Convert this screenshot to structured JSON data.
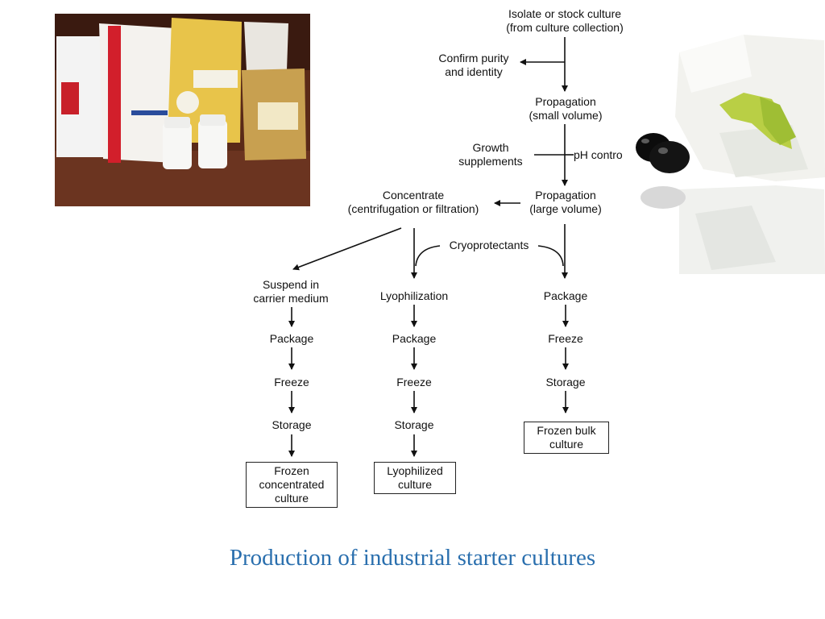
{
  "flowchart": {
    "isolate": "Isolate or stock culture\n(from culture collection)",
    "confirm": "Confirm purity\nand identity",
    "prop_small": "Propagation\n(small volume)",
    "growth": "Growth\nsupplements",
    "ph_control": "pH contro",
    "prop_large": "Propagation\n(large volume)",
    "concentrate": "Concentrate\n(centrifugation or filtration)",
    "cryo": "Cryoprotectants",
    "left_col": {
      "suspend": "Suspend in\ncarrier medium",
      "package": "Package",
      "freeze": "Freeze",
      "storage": "Storage",
      "product": "Frozen\nconcentrated\nculture"
    },
    "mid_col": {
      "lyophilization": "Lyophilization",
      "package": "Package",
      "freeze": "Freeze",
      "storage": "Storage",
      "product": "Lyophilized\nculture"
    },
    "right_col": {
      "package": "Package",
      "freeze": "Freeze",
      "storage": "Storage",
      "product": "Frozen bulk\nculture"
    }
  },
  "caption": "Production of industrial starter cultures",
  "colors": {
    "caption": "#2a6fae"
  }
}
